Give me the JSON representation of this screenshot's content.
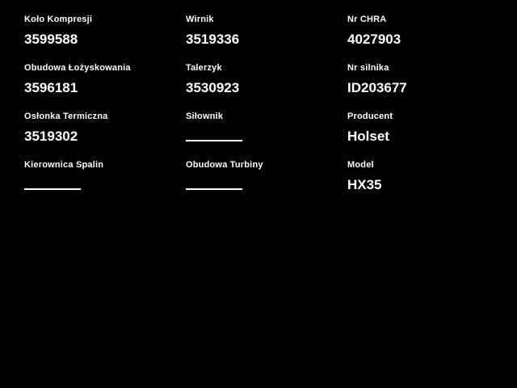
{
  "colors": {
    "background": "#000000",
    "text": "#ffffff"
  },
  "fields": [
    {
      "label": "Koło Kompresji",
      "value": "3599588"
    },
    {
      "label": "Wirnik",
      "value": "3519336"
    },
    {
      "label": "Nr CHRA",
      "value": "4027903"
    },
    {
      "label": "Obudowa Łożyskowania",
      "value": "3596181"
    },
    {
      "label": "Talerzyk",
      "value": "3530923"
    },
    {
      "label": "Nr silnika",
      "value": "ID203677"
    },
    {
      "label": "Osłonka Termiczna",
      "value": "3519302"
    },
    {
      "label": "Siłownik",
      "value": ""
    },
    {
      "label": "Producent",
      "value": "Holset"
    },
    {
      "label": "Kierownica Spalin",
      "value": ""
    },
    {
      "label": "Obudowa Turbiny",
      "value": ""
    },
    {
      "label": "Model",
      "value": "HX35"
    }
  ]
}
